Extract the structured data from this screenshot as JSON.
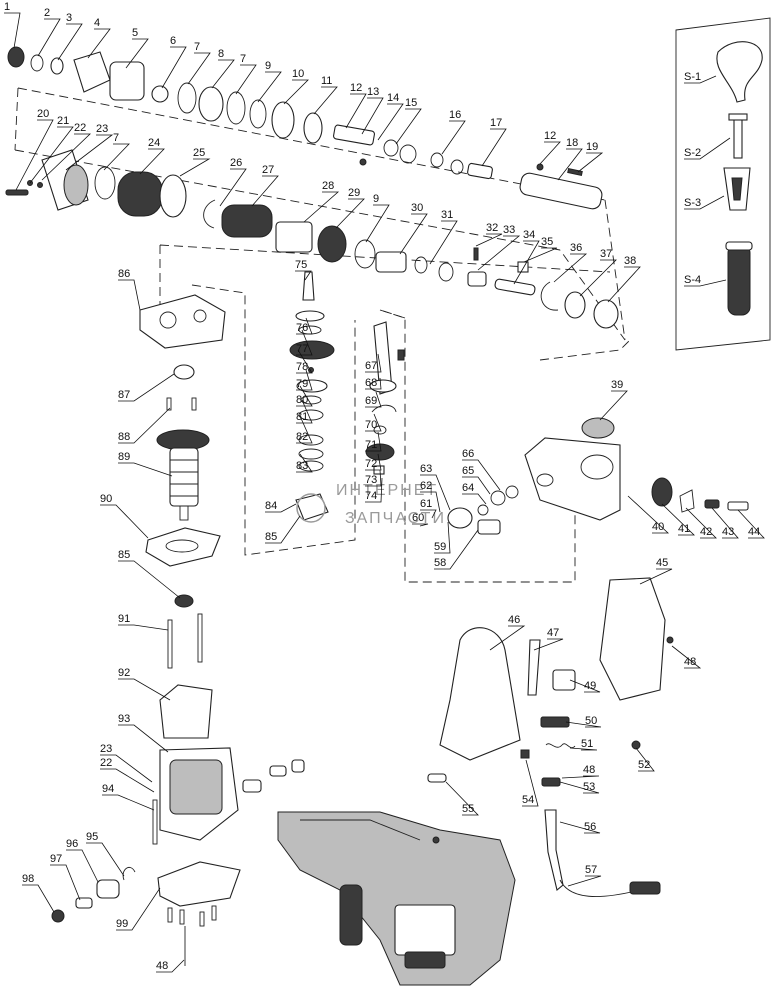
{
  "labels": [
    "1",
    "2",
    "3",
    "4",
    "5",
    "6",
    "7",
    "8",
    "7",
    "9",
    "10",
    "11",
    "12",
    "13",
    "14",
    "15",
    "16",
    "17",
    "12",
    "18",
    "19",
    "20",
    "21",
    "22",
    "23",
    "7",
    "24",
    "25",
    "26",
    "27",
    "28",
    "29",
    "9",
    "30",
    "31",
    "32",
    "33",
    "34",
    "35",
    "36",
    "37",
    "38",
    "86",
    "75",
    "76",
    "77",
    "78",
    "79",
    "80",
    "81",
    "82",
    "83",
    "84",
    "85",
    "67",
    "68",
    "69",
    "70",
    "71",
    "72",
    "73",
    "74",
    "87",
    "88",
    "89",
    "90",
    "85",
    "91",
    "92",
    "93",
    "23",
    "22",
    "94",
    "95",
    "96",
    "97",
    "98",
    "99",
    "48",
    "39",
    "63",
    "66",
    "62",
    "65",
    "64",
    "61",
    "60",
    "59",
    "58",
    "40",
    "41",
    "42",
    "43",
    "44",
    "45",
    "46",
    "47",
    "48",
    "49",
    "50",
    "51",
    "52",
    "48",
    "53",
    "54",
    "55",
    "56",
    "57"
  ],
  "accessory_labels": [
    "S-1",
    "S-2",
    "S-3",
    "S-4"
  ],
  "watermark": {
    "line1": "ИНТЕРНЕТ",
    "line2": "ЗАПЧАСТИ"
  }
}
